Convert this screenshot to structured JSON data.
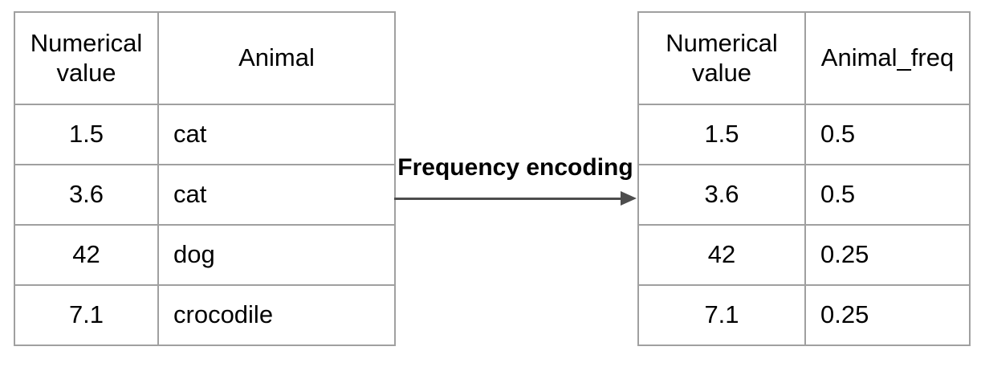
{
  "transform": {
    "label": "Frequency encoding"
  },
  "left_table": {
    "headers": [
      "Numerical value",
      "Animal"
    ],
    "rows": [
      [
        "1.5",
        "cat"
      ],
      [
        "3.6",
        "cat"
      ],
      [
        "42",
        "dog"
      ],
      [
        "7.1",
        "crocodile"
      ]
    ]
  },
  "right_table": {
    "headers": [
      "Numerical value",
      "Animal_freq"
    ],
    "rows": [
      [
        "1.5",
        "0.5"
      ],
      [
        "3.6",
        "0.5"
      ],
      [
        "42",
        "0.25"
      ],
      [
        "7.1",
        "0.25"
      ]
    ]
  },
  "colors": {
    "table_border": "#a0a0a0",
    "arrow": "#4d4d4d",
    "text": "#000000",
    "background": "#ffffff"
  }
}
